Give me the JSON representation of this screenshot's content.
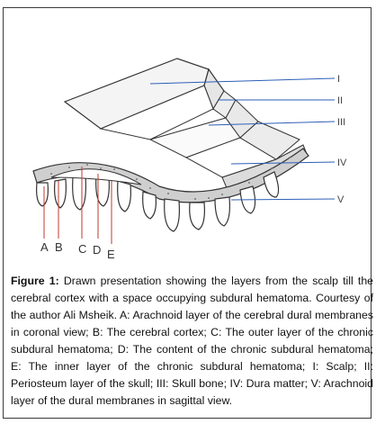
{
  "figure": {
    "roman_labels": [
      "I",
      "II",
      "III",
      "IV",
      "V"
    ],
    "letter_labels": [
      "A",
      "B",
      "C",
      "D",
      "E"
    ],
    "caption_title": "Figure 1:",
    "caption_text": "Drawn presentation showing the layers from the scalp till the cerebral cortex with a space occupying subdural hematoma. Courtesy of the author Ali Msheik. A: Arachnoid layer of the cerebral dural membranes in coronal view; B: The cerebral cortex; C: The outer layer of the chronic subdural hematoma; D: The content of the chronic subdural hematoma; E: The inner layer of the chronic subdural hematoma; I: Scalp; II: Periosteum layer of the skull; III: Skull bone; IV: Dura matter; V: Arachnoid layer of the dural membranes in sagittal view."
  }
}
